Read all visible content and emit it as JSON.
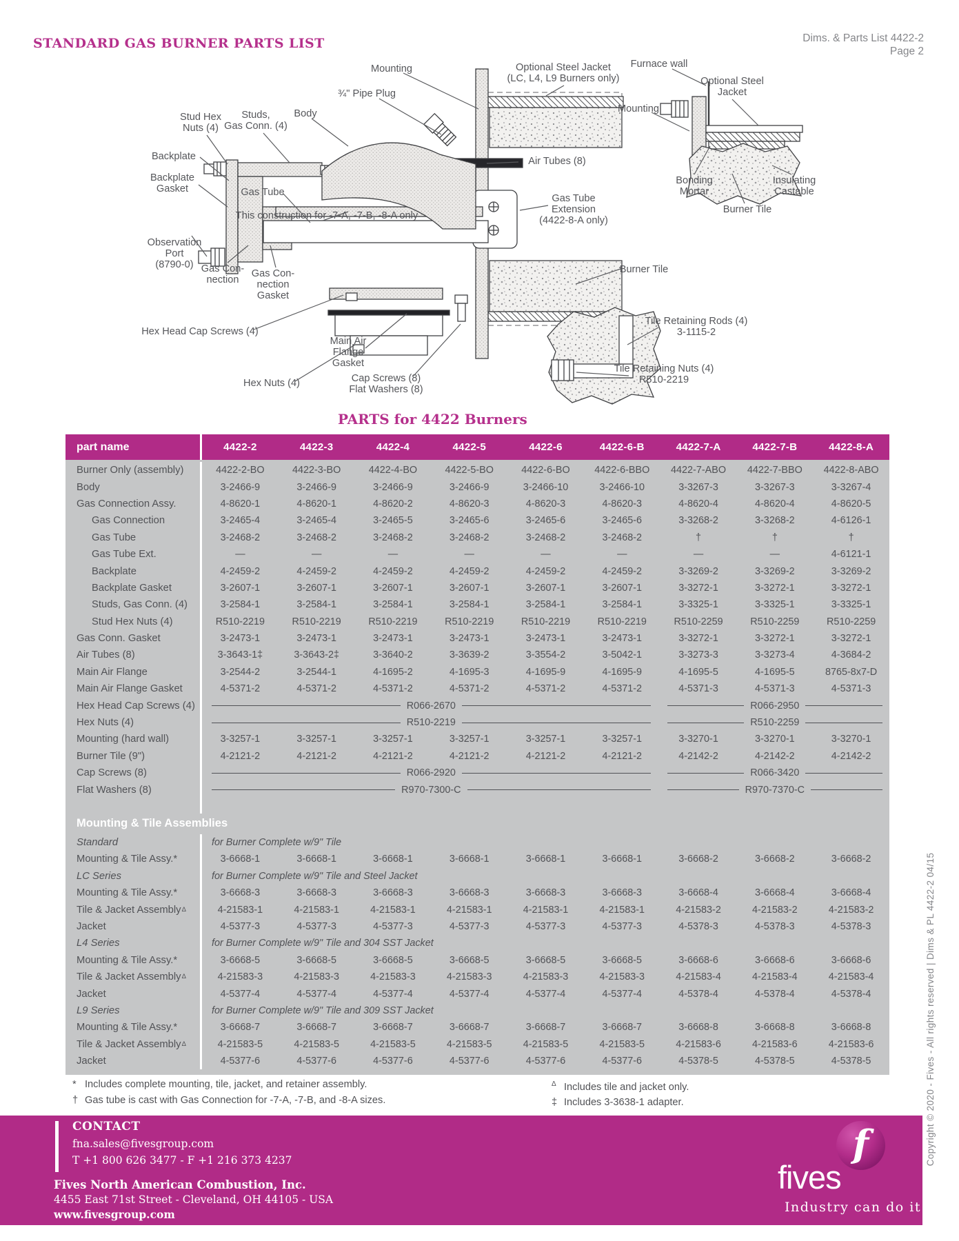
{
  "header": {
    "title": "STANDARD GAS BURNER PARTS LIST",
    "doc_ref": "Dims. & Parts List 4422-2",
    "page": "Page 2"
  },
  "diagram": {
    "labels": {
      "mounting_top": "Mounting",
      "optional_jacket_main": "Optional Steel Jacket\n(LC, L4, L9 Burners only)",
      "pipe_plug": "¾\" Pipe Plug",
      "furnace_wall": "Furnace wall",
      "optional_jacket_detail": "Optional Steel\nJacket",
      "mounting_detail": "Mounting",
      "stud_hex_nuts": "Stud Hex\nNuts (4)",
      "studs_gas_conn": "Studs,\nGas Conn. (4)",
      "body": "Body",
      "backplate": "Backplate",
      "air_tubes": "Air Tubes (8)",
      "backplate_gasket": "Backplate\nGasket",
      "gas_tube": "Gas Tube",
      "construction_note": "This construction for -7-A, -7-B, -8-A only",
      "gas_tube_ext": "Gas Tube\nExtension\n(4422-8-A only)",
      "bonding_mortar": "Bonding\nMortar",
      "insulating_castable": "Insulating\nCastable",
      "burner_tile_detail": "Burner Tile",
      "observation_port": "Observation\nPort\n(8790-0)",
      "gas_connection": "Gas Con-\nnection",
      "gas_connection_gasket": "Gas Con-\nnection\nGasket",
      "burner_tile_main": "Burner Tile",
      "tile_rods": "Tile Retaining Rods (4)\n3-1115-2",
      "hex_head_cap_screws": "Hex Head Cap Screws (4)",
      "main_air_flange_gasket": "Main Air\nFlange\nGasket",
      "hex_nuts": "Hex Nuts (4)",
      "cap_screws_washers": "Cap Screws (8)\nFlat Washers (8)",
      "tile_nuts": "Tile Retaining Nuts (4)\nR510-2219"
    }
  },
  "table": {
    "title": "PARTS for 4422 Burners",
    "part_name_header": "part name",
    "columns": [
      "4422-2",
      "4422-3",
      "4422-4",
      "4422-5",
      "4422-6",
      "4422-6-B",
      "4422-7-A",
      "4422-7-B",
      "4422-8-A"
    ],
    "rows": [
      {
        "t": "r",
        "name": "Burner Only (assembly)",
        "v": [
          "4422-2-BO",
          "4422-3-BO",
          "4422-4-BO",
          "4422-5-BO",
          "4422-6-BO",
          "4422-6-BBO",
          "4422-7-ABO",
          "4422-7-BBO",
          "4422-8-ABO"
        ]
      },
      {
        "t": "r",
        "name": "Body",
        "v": [
          "3-2466-9",
          "3-2466-9",
          "3-2466-9",
          "3-2466-9",
          "3-2466-10",
          "3-2466-10",
          "3-3267-3",
          "3-3267-3",
          "3-3267-4"
        ]
      },
      {
        "t": "r",
        "name": "Gas Connection Assy.",
        "v": [
          "4-8620-1",
          "4-8620-1",
          "4-8620-2",
          "4-8620-3",
          "4-8620-3",
          "4-8620-3",
          "4-8620-4",
          "4-8620-4",
          "4-8620-5"
        ]
      },
      {
        "t": "r",
        "name": "Gas Connection",
        "ind": 1,
        "v": [
          "3-2465-4",
          "3-2465-4",
          "3-2465-5",
          "3-2465-6",
          "3-2465-6",
          "3-2465-6",
          "3-3268-2",
          "3-3268-2",
          "4-6126-1"
        ]
      },
      {
        "t": "r",
        "name": "Gas Tube",
        "ind": 1,
        "v": [
          "3-2468-2",
          "3-2468-2",
          "3-2468-2",
          "3-2468-2",
          "3-2468-2",
          "3-2468-2",
          "†",
          "†",
          "†"
        ]
      },
      {
        "t": "r",
        "name": "Gas Tube Ext.",
        "ind": 1,
        "v": [
          "—",
          "—",
          "—",
          "—",
          "—",
          "—",
          "—",
          "—",
          "4-6121-1"
        ]
      },
      {
        "t": "r",
        "name": "Backplate",
        "ind": 1,
        "v": [
          "4-2459-2",
          "4-2459-2",
          "4-2459-2",
          "4-2459-2",
          "4-2459-2",
          "4-2459-2",
          "3-3269-2",
          "3-3269-2",
          "3-3269-2"
        ]
      },
      {
        "t": "r",
        "name": "Backplate Gasket",
        "ind": 1,
        "v": [
          "3-2607-1",
          "3-2607-1",
          "3-2607-1",
          "3-2607-1",
          "3-2607-1",
          "3-2607-1",
          "3-3272-1",
          "3-3272-1",
          "3-3272-1"
        ]
      },
      {
        "t": "r",
        "name": "Studs, Gas Conn. (4)",
        "ind": 1,
        "v": [
          "3-2584-1",
          "3-2584-1",
          "3-2584-1",
          "3-2584-1",
          "3-2584-1",
          "3-2584-1",
          "3-3325-1",
          "3-3325-1",
          "3-3325-1"
        ]
      },
      {
        "t": "r",
        "name": "Stud Hex Nuts (4)",
        "ind": 1,
        "v": [
          "R510-2219",
          "R510-2219",
          "R510-2219",
          "R510-2219",
          "R510-2219",
          "R510-2219",
          "R510-2259",
          "R510-2259",
          "R510-2259"
        ]
      },
      {
        "t": "r",
        "name": "Gas Conn. Gasket",
        "v": [
          "3-2473-1",
          "3-2473-1",
          "3-2473-1",
          "3-2473-1",
          "3-2473-1",
          "3-2473-1",
          "3-3272-1",
          "3-3272-1",
          "3-3272-1"
        ]
      },
      {
        "t": "r",
        "name": "Air Tubes (8)",
        "v": [
          "3-3643-1‡",
          "3-3643-2‡",
          "3-3640-2",
          "3-3639-2",
          "3-3554-2",
          "3-5042-1",
          "3-3273-3",
          "3-3273-4",
          "4-3684-2"
        ]
      },
      {
        "t": "r",
        "name": "Main Air Flange",
        "v": [
          "3-2544-2",
          "3-2544-1",
          "4-1695-2",
          "4-1695-3",
          "4-1695-9",
          "4-1695-9",
          "4-1695-5",
          "4-1695-5",
          "8765-8x7-D"
        ]
      },
      {
        "t": "r",
        "name": "Main Air Flange Gasket",
        "v": [
          "4-5371-2",
          "4-5371-2",
          "4-5371-2",
          "4-5371-2",
          "4-5371-2",
          "4-5371-2",
          "4-5371-3",
          "4-5371-3",
          "4-5371-3"
        ]
      },
      {
        "t": "span",
        "name": "Hex Head Cap Screws (4)",
        "left": "R066-2670",
        "right": "R066-2950"
      },
      {
        "t": "span",
        "name": "Hex Nuts (4)",
        "left": "R510-2219",
        "right": "R510-2259"
      },
      {
        "t": "r",
        "name": "Mounting (hard wall)",
        "v": [
          "3-3257-1",
          "3-3257-1",
          "3-3257-1",
          "3-3257-1",
          "3-3257-1",
          "3-3257-1",
          "3-3270-1",
          "3-3270-1",
          "3-3270-1"
        ]
      },
      {
        "t": "r",
        "name": "Burner Tile (9\")",
        "v": [
          "4-2121-2",
          "4-2121-2",
          "4-2121-2",
          "4-2121-2",
          "4-2121-2",
          "4-2121-2",
          "4-2142-2",
          "4-2142-2",
          "4-2142-2"
        ]
      },
      {
        "t": "span",
        "name": "Cap Screws (8)",
        "left": "R066-2920",
        "right": "R066-3420"
      },
      {
        "t": "span",
        "name": "Flat Washers (8)",
        "left": "R970-7300-C",
        "right": "R970-7370-C"
      },
      {
        "t": "gap"
      },
      {
        "t": "sec",
        "name": "Mounting & Tile Assemblies"
      },
      {
        "t": "series",
        "name": "Standard",
        "desc": "for Burner Complete w/9\" Tile"
      },
      {
        "t": "r",
        "name": "Mounting & Tile Assy.*",
        "v": [
          "3-6668-1",
          "3-6668-1",
          "3-6668-1",
          "3-6668-1",
          "3-6668-1",
          "3-6668-1",
          "3-6668-2",
          "3-6668-2",
          "3-6668-2"
        ]
      },
      {
        "t": "series",
        "name": "LC Series",
        "desc": "for Burner Complete w/9\" Tile and Steel Jacket"
      },
      {
        "t": "r",
        "name": "Mounting & Tile Assy.*",
        "v": [
          "3-6668-3",
          "3-6668-3",
          "3-6668-3",
          "3-6668-3",
          "3-6668-3",
          "3-6668-3",
          "3-6668-4",
          "3-6668-4",
          "3-6668-4"
        ]
      },
      {
        "t": "r",
        "name": "Tile & Jacket Assembly",
        "sup": "Δ",
        "v": [
          "4-21583-1",
          "4-21583-1",
          "4-21583-1",
          "4-21583-1",
          "4-21583-1",
          "4-21583-1",
          "4-21583-2",
          "4-21583-2",
          "4-21583-2"
        ]
      },
      {
        "t": "r",
        "name": "Jacket",
        "v": [
          "4-5377-3",
          "4-5377-3",
          "4-5377-3",
          "4-5377-3",
          "4-5377-3",
          "4-5377-3",
          "4-5378-3",
          "4-5378-3",
          "4-5378-3"
        ]
      },
      {
        "t": "series",
        "name": "L4 Series",
        "desc": "for Burner Complete w/9\" Tile and 304 SST Jacket"
      },
      {
        "t": "r",
        "name": "Mounting & Tile Assy.*",
        "v": [
          "3-6668-5",
          "3-6668-5",
          "3-6668-5",
          "3-6668-5",
          "3-6668-5",
          "3-6668-5",
          "3-6668-6",
          "3-6668-6",
          "3-6668-6"
        ]
      },
      {
        "t": "r",
        "name": "Tile & Jacket Assembly",
        "sup": "Δ",
        "v": [
          "4-21583-3",
          "4-21583-3",
          "4-21583-3",
          "4-21583-3",
          "4-21583-3",
          "4-21583-3",
          "4-21583-4",
          "4-21583-4",
          "4-21583-4"
        ]
      },
      {
        "t": "r",
        "name": "Jacket",
        "v": [
          "4-5377-4",
          "4-5377-4",
          "4-5377-4",
          "4-5377-4",
          "4-5377-4",
          "4-5377-4",
          "4-5378-4",
          "4-5378-4",
          "4-5378-4"
        ]
      },
      {
        "t": "series",
        "name": "L9 Series",
        "desc": "for Burner Complete w/9\" Tile and 309 SST Jacket"
      },
      {
        "t": "r",
        "name": "Mounting & Tile Assy.*",
        "v": [
          "3-6668-7",
          "3-6668-7",
          "3-6668-7",
          "3-6668-7",
          "3-6668-7",
          "3-6668-7",
          "3-6668-8",
          "3-6668-8",
          "3-6668-8"
        ]
      },
      {
        "t": "r",
        "name": "Tile & Jacket Assembly",
        "sup": "Δ",
        "v": [
          "4-21583-5",
          "4-21583-5",
          "4-21583-5",
          "4-21583-5",
          "4-21583-5",
          "4-21583-5",
          "4-21583-6",
          "4-21583-6",
          "4-21583-6"
        ]
      },
      {
        "t": "r",
        "name": "Jacket",
        "v": [
          "4-5377-6",
          "4-5377-6",
          "4-5377-6",
          "4-5377-6",
          "4-5377-6",
          "4-5377-6",
          "4-5378-5",
          "4-5378-5",
          "4-5378-5"
        ]
      }
    ]
  },
  "footnotes": {
    "left": [
      {
        "sym": "*",
        "text": "Includes complete mounting, tile, jacket, and retainer assembly."
      },
      {
        "sym": "†",
        "text": "Gas tube is cast with Gas Connection for -7-A, -7-B, and -8-A sizes."
      }
    ],
    "right": [
      {
        "sym": "Δ",
        "text": "Includes tile and jacket only."
      },
      {
        "sym": "‡",
        "text": "Includes 3-3638-1 adapter."
      }
    ]
  },
  "footer": {
    "contact_heading": "CONTACT",
    "email": "fna.sales@fivesgroup.com",
    "phone": "T +1 800 626 3477 - F +1 216 373 4237",
    "company": "Fives North American Combustion, Inc.",
    "address": "4455 East 71st Street - Cleveland, OH 44105 - USA",
    "website": "www.fivesgroup.com",
    "logo_text": "fives",
    "tagline": "Industry can do it"
  },
  "sidebar": {
    "copyright": "Copyright © 2020 - Fives - All rights reserved | Dims & PL 4422-2 04/15"
  },
  "colors": {
    "magenta": "#b12b87",
    "table_gray": "#c5c6c7",
    "text_gray": "#515256"
  }
}
